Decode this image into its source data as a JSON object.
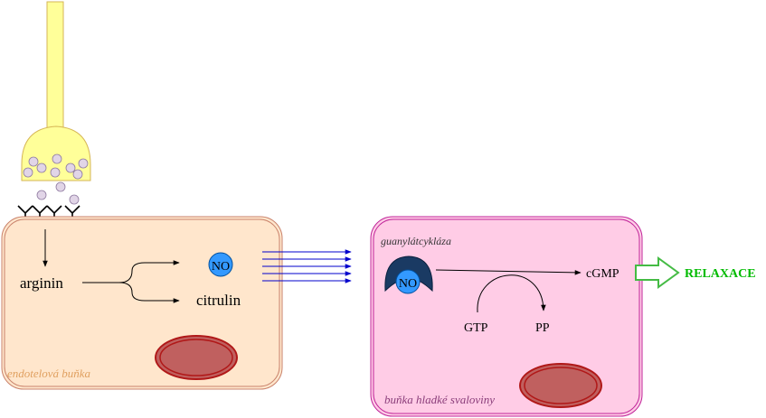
{
  "endothelial_cell": {
    "label": "endotelová buňka",
    "substrate": "arginin",
    "product_no": "NO",
    "product_citrulline": "citrulin"
  },
  "smooth_muscle_cell": {
    "label": "buňka hladké svaloviny",
    "enzyme": "guanylátcykláza",
    "enzyme_bound": "NO",
    "gtp": "GTP",
    "pp": "PP",
    "product": "cGMP"
  },
  "outcome": {
    "label": "RELAXACE"
  },
  "colors": {
    "nerve_fill": "#ffff99",
    "nerve_stroke": "#d6b656",
    "vesicle_fill": "#e1d5e7",
    "endo_fill": "#ffe6cc",
    "endo_stroke": "#c9826b",
    "endo_label": "#e0a060",
    "smooth_fill": "#ffcce6",
    "smooth_stroke": "#c0269a",
    "smooth_label": "#8a3d7a",
    "nucleus_fill": "#c0605f",
    "nucleus_stroke": "#b01818",
    "no_fill": "#3399ff",
    "no_stroke": "#0050a0",
    "enzyme_fill": "#1a3a63",
    "arrow_blue": "#0000cc",
    "relaxace": "#00bb00"
  }
}
